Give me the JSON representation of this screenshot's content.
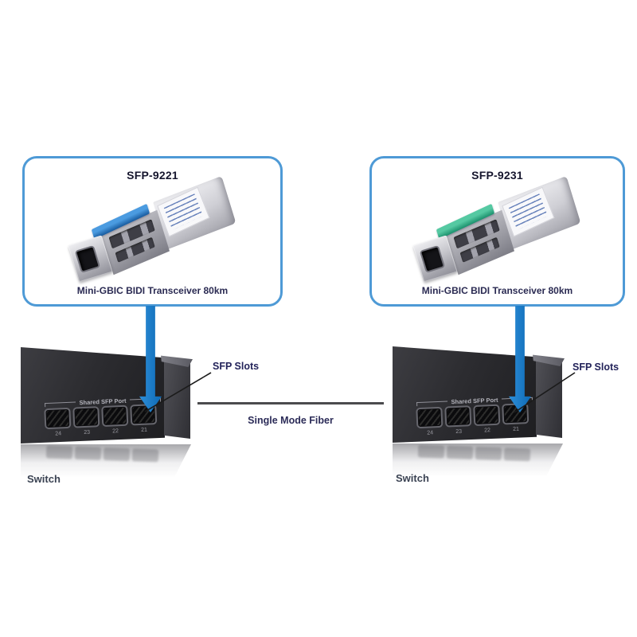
{
  "page": {
    "background": "#ffffff"
  },
  "modules": [
    {
      "model": "SFP-9221",
      "caption": "Mini-GBIC BIDI Transceiver 80km",
      "latch_light": "#4b9be0",
      "latch_dark": "#175a9e"
    },
    {
      "model": "SFP-9231",
      "caption": "Mini-GBIC BIDI Transceiver 80km",
      "latch_light": "#55c9a2",
      "latch_dark": "#1b8f6c"
    }
  ],
  "switches": [
    {
      "name": "Switch",
      "slots_callout": "SFP Slots",
      "shared_port_label": "Shared SFP Port",
      "ports": [
        "24",
        "23",
        "22",
        "21"
      ]
    },
    {
      "name": "Switch",
      "slots_callout": "SFP Slots",
      "shared_port_label": "Shared SFP Port",
      "ports": [
        "24",
        "23",
        "22",
        "21"
      ]
    }
  ],
  "link": {
    "label": "Single Mode Fiber",
    "line_color": "#4b4b4e"
  },
  "colors": {
    "box_border": "#4e9ad6",
    "arrow_blue": "#1277c6",
    "callout_line": "#1b1b1b",
    "annotation_text": "#23235a"
  }
}
